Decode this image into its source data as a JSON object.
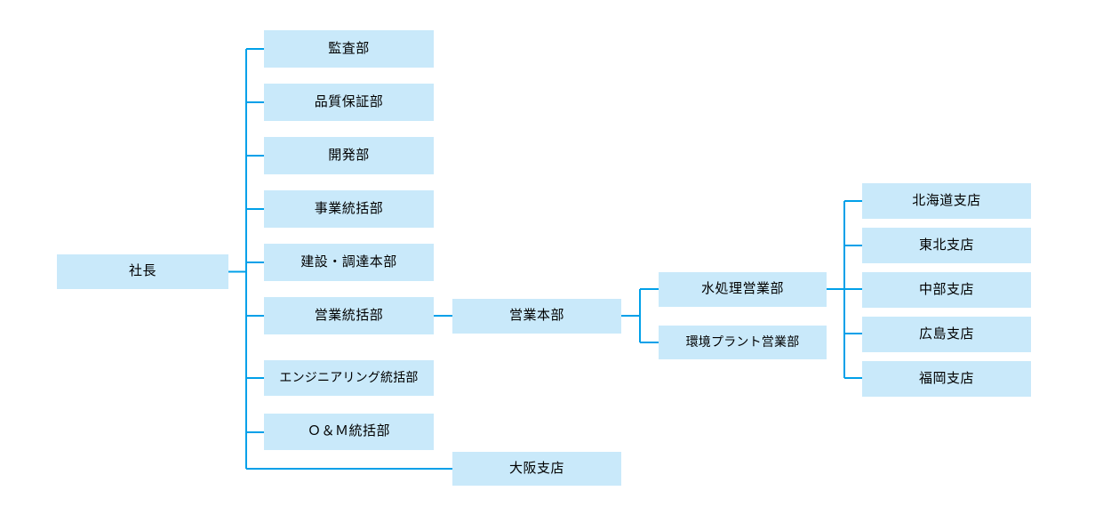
{
  "theme": {
    "box_fill": "#c9e9fa",
    "line_color": "#00a0e9",
    "text_color": "#000000",
    "background": "#ffffff"
  },
  "chart": {
    "type": "org-chart",
    "root": {
      "id": "president",
      "label": "社長"
    },
    "level1": [
      {
        "id": "audit",
        "label": "監査部"
      },
      {
        "id": "quality-assurance",
        "label": "品質保証部"
      },
      {
        "id": "development",
        "label": "開発部"
      },
      {
        "id": "business-management",
        "label": "事業統括部"
      },
      {
        "id": "construction-procurement",
        "label": "建設・調達本部"
      },
      {
        "id": "sales-management",
        "label": "営業統括部"
      },
      {
        "id": "engineering-management",
        "label": "エンジニアリング統括部"
      },
      {
        "id": "om-management",
        "label": "Ｏ＆Ｍ統括部"
      },
      {
        "id": "osaka-branch",
        "label": "大阪支店"
      }
    ],
    "level2": [
      {
        "id": "sales-headquarters",
        "label": "営業本部",
        "parent": "sales-management"
      }
    ],
    "level3": [
      {
        "id": "water-treatment-sales",
        "label": "水処理営業部",
        "parent": "sales-headquarters"
      },
      {
        "id": "environmental-plant-sales",
        "label": "環境プラント営業部",
        "parent": "sales-headquarters"
      }
    ],
    "level4": [
      {
        "id": "hokkaido-branch",
        "label": "北海道支店",
        "parent": "water-treatment-sales"
      },
      {
        "id": "tohoku-branch",
        "label": "東北支店",
        "parent": "water-treatment-sales"
      },
      {
        "id": "chubu-branch",
        "label": "中部支店",
        "parent": "water-treatment-sales"
      },
      {
        "id": "hiroshima-branch",
        "label": "広島支店",
        "parent": "water-treatment-sales"
      },
      {
        "id": "fukuoka-branch",
        "label": "福岡支店",
        "parent": "water-treatment-sales"
      }
    ]
  }
}
